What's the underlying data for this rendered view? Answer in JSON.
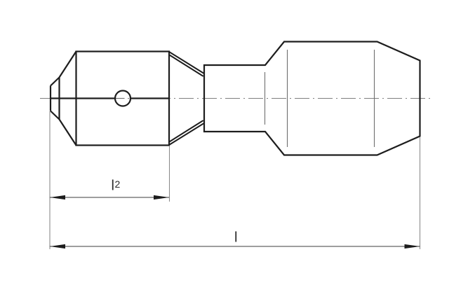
{
  "colors": {
    "background": "#ffffff",
    "outline": "#1d1d1d",
    "thin": "#6e6e6e",
    "centerline": "#7d7d7d",
    "extension": "#8c8c8c",
    "dimension": "#3c3c3c",
    "text": "#2a2a2a"
  },
  "labels": {
    "inner_length": {
      "base": "l",
      "sup": "2"
    },
    "overall_length": {
      "base": "l"
    }
  }
}
